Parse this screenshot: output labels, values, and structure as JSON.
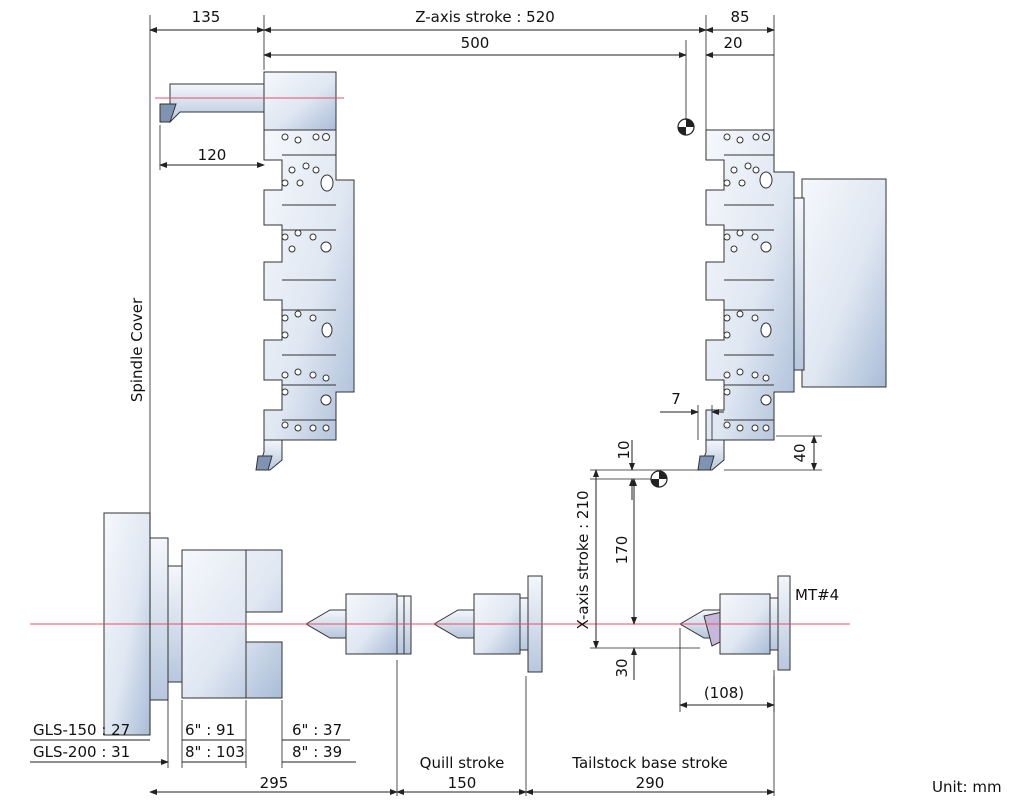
{
  "top_dims": {
    "d135": "135",
    "z_stroke": "Z-axis stroke : 520",
    "d85": "85",
    "d500": "500",
    "d20": "20",
    "d120": "120"
  },
  "side_dims": {
    "spindle_cover": "Spindle Cover",
    "d7": "7",
    "d10": "10",
    "d40": "40",
    "x_stroke": "X-axis stroke : 210",
    "d170": "170",
    "d30": "30",
    "mt4": "MT#4",
    "d108": "(108)"
  },
  "bottom_labels": {
    "gls150": "GLS-150 : 27",
    "gls200": "GLS-200 : 31",
    "c6_91": "6\" : 91",
    "c8_103": "8\" : 103",
    "c6_37": "6\" : 37",
    "c8_39": "8\" : 39",
    "quill": "Quill stroke",
    "tailstock": "Tailstock base stroke",
    "d295": "295",
    "d150": "150",
    "d290": "290",
    "unit": "Unit: mm"
  },
  "colors": {
    "part_fill_light": "#f4f7fc",
    "part_fill_dark": "#aebfd8",
    "centerline": "#e5506a"
  }
}
